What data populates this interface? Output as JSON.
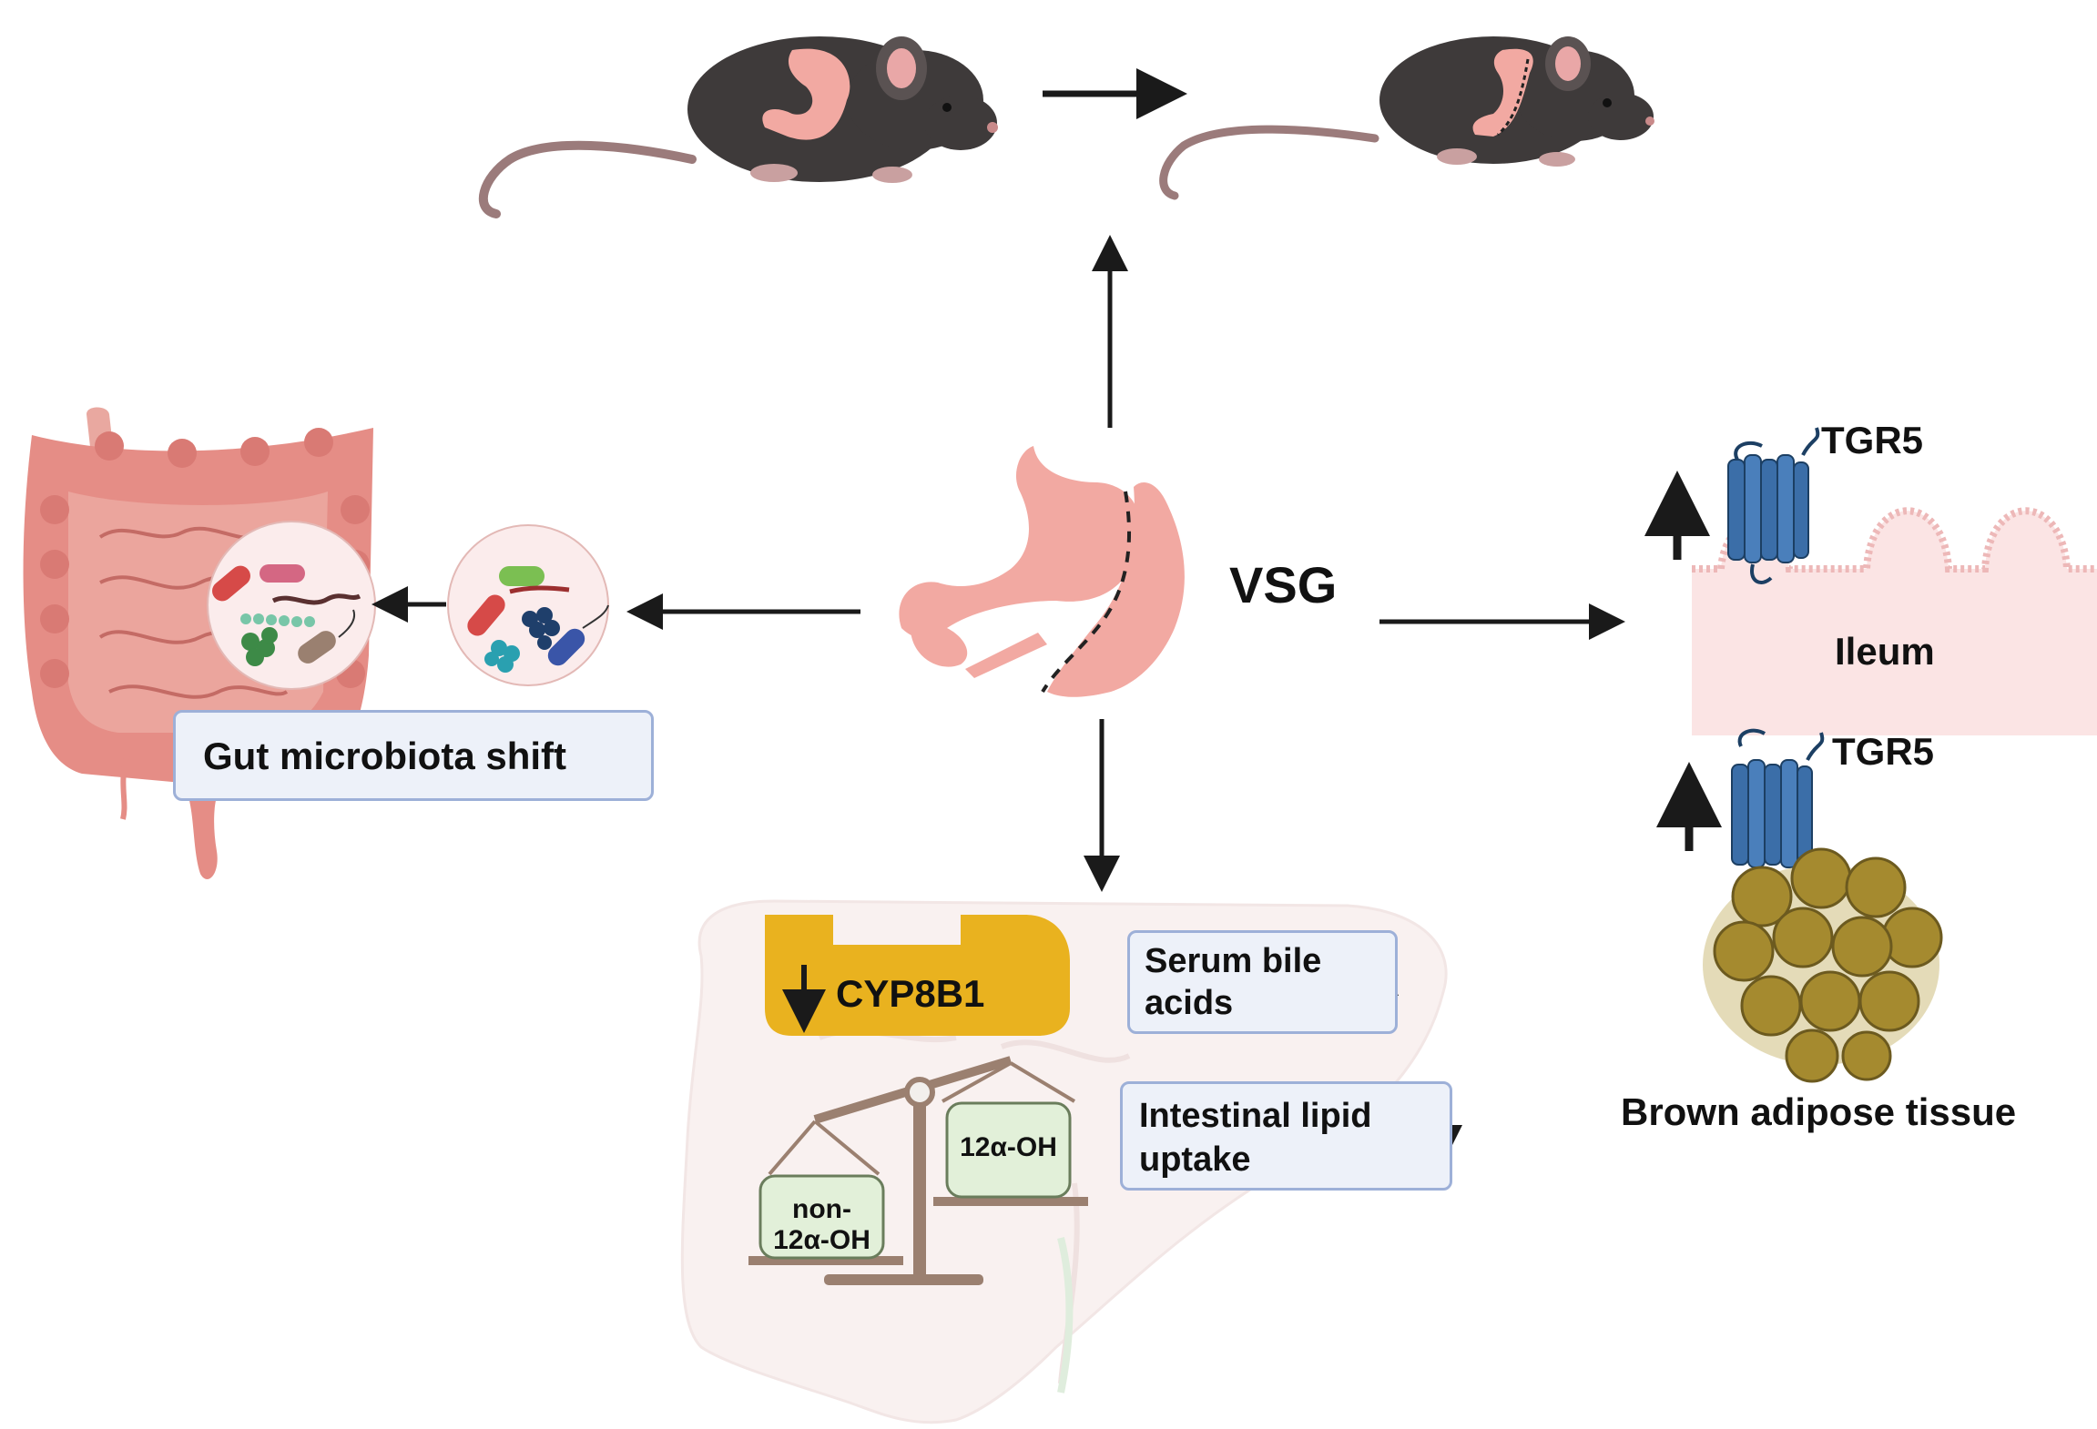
{
  "labels": {
    "vsg": "VSG",
    "ileum": "Ileum",
    "tgr5_ileum": "TGR5",
    "tgr5_bat": "TGR5",
    "bat": "Brown adipose tissue",
    "gut_shift": "Gut microbiota shift",
    "cyp8b1": "CYP8B1",
    "serum_line1": "Serum bile",
    "serum_line2": "acids",
    "lipid_line1": "Intestinal lipid",
    "lipid_line2": "uptake",
    "twelve_oh": "12α-OH",
    "non_line1": "non-",
    "non_line2": "12α-OH"
  },
  "colors": {
    "mouse_body": "#3e3a3a",
    "mouse_tail": "#9b7b7b",
    "stomach": "#f2a9a2",
    "intestine": "#e58d86",
    "ileum_bg": "#fbe4e4",
    "tgr5": "#3b6ea8",
    "adipocyte": "#a58a2f",
    "cyp8b1": "#e9b21f",
    "box_fill": "#edf1f9",
    "box_border": "#9db0d8",
    "arrow": "#1a1a1a"
  },
  "icons": [
    "mouse-icon",
    "sleeve-mouse-icon",
    "stomach-icon",
    "intestine-icon",
    "bacteria-icon",
    "receptor-icon",
    "adipose-icon",
    "liver-icon",
    "balance-scale-icon"
  ]
}
